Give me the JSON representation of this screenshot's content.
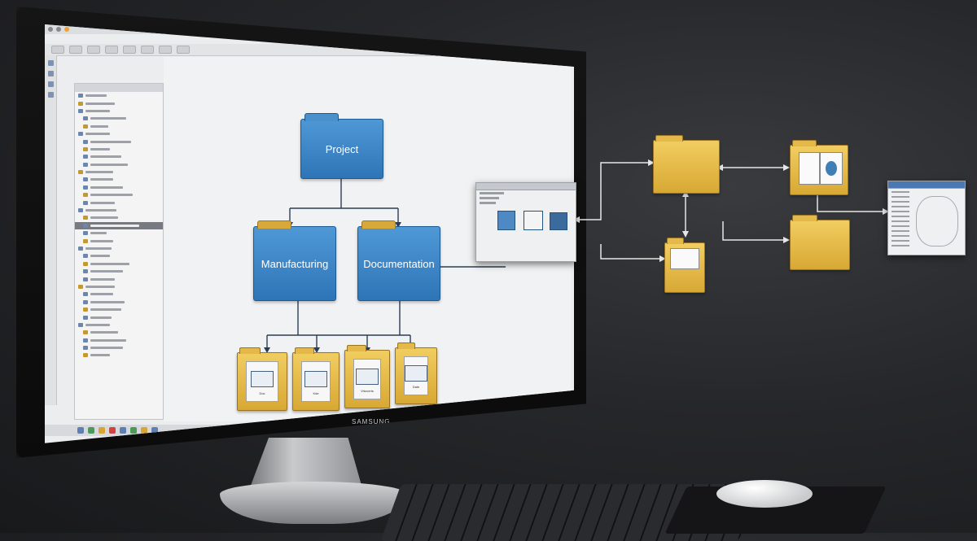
{
  "diagram": {
    "root": {
      "label": "Project"
    },
    "children": [
      {
        "label": "Manufacturing"
      },
      {
        "label": "Documentation"
      }
    ]
  },
  "bottom_folders": [
    {
      "label": "Doc"
    },
    {
      "label": "Kde"
    },
    {
      "label": "Vrtoverts"
    },
    {
      "label": "Date"
    }
  ],
  "monitor": {
    "brand": "SAMSUNG"
  },
  "colors": {
    "folder_blue": "#2e75b7",
    "folder_yellow": "#d8a834",
    "background": "#26272a"
  },
  "icons": {
    "main_folders": "folder-icon",
    "documents": "document-icon"
  }
}
